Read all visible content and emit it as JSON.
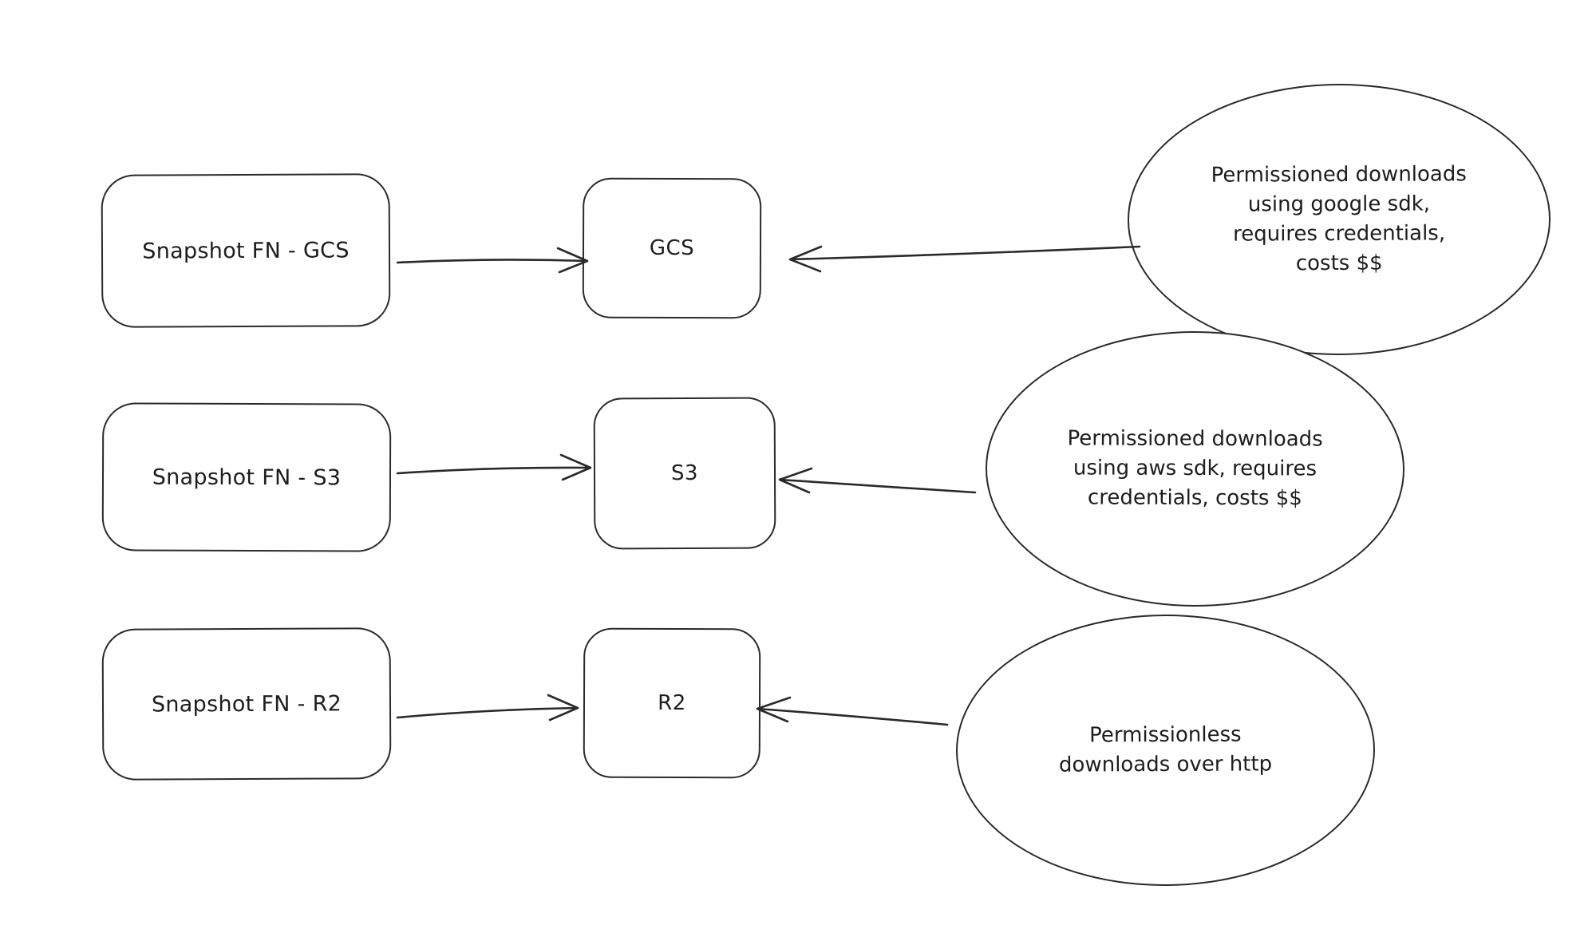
{
  "canvas": {
    "background_color": "#ffffff",
    "stroke_color": "#2a2a2a",
    "text_color": "#1d1d1d"
  },
  "flows": [
    {
      "source_label": "Snapshot FN - GCS",
      "target_label": "GCS",
      "note_text": "Permissioned downloads using google sdk, requires credentials, costs $$",
      "note_lines": [
        "Permissioned downloads",
        "using google sdk,",
        "requires credentials,",
        "costs $$"
      ]
    },
    {
      "source_label": "Snapshot FN - S3",
      "target_label": "S3",
      "note_text": "Permissioned downloads using aws sdk, requires credentials, costs $$",
      "note_lines": [
        "Permissioned downloads",
        "using aws sdk, requires",
        "credentials, costs $$"
      ]
    },
    {
      "source_label": "Snapshot FN - R2",
      "target_label": "R2",
      "note_text": "Permissionless downloads over http",
      "note_lines": [
        "Permissionless",
        "downloads over http"
      ]
    }
  ]
}
